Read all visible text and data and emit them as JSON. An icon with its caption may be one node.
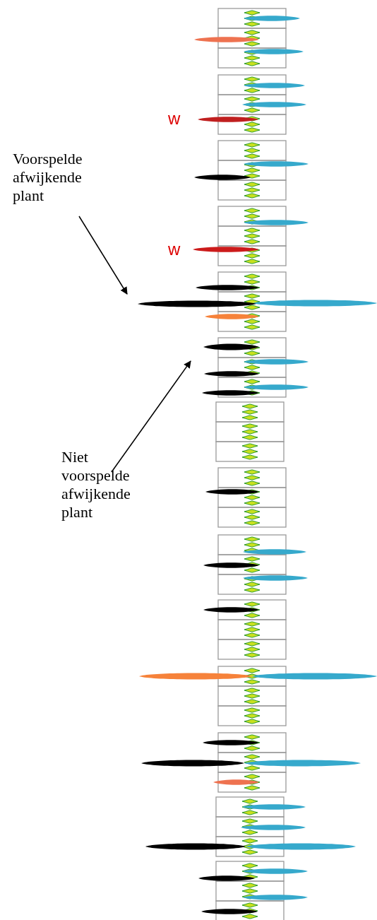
{
  "diagram": {
    "nodes": [
      {
        "text": [
          "Voorspelde afwijkende plant"
        ]
      },
      {
        "text": [],
        "shape": "bar"
      },
      {
        "text": [
          "Niet voorspelde afwijkende plant"
        ]
      },
      {
        "text": [],
        "shape": "bar"
      }
    ],
    "edges": [
      {
        "from": 0,
        "to": 1,
        "arrow": "to"
      },
      {
        "from": 2,
        "to": 3,
        "arrow": "to"
      }
    ],
    "labels": [
      "w",
      "w"
    ]
  }
}
